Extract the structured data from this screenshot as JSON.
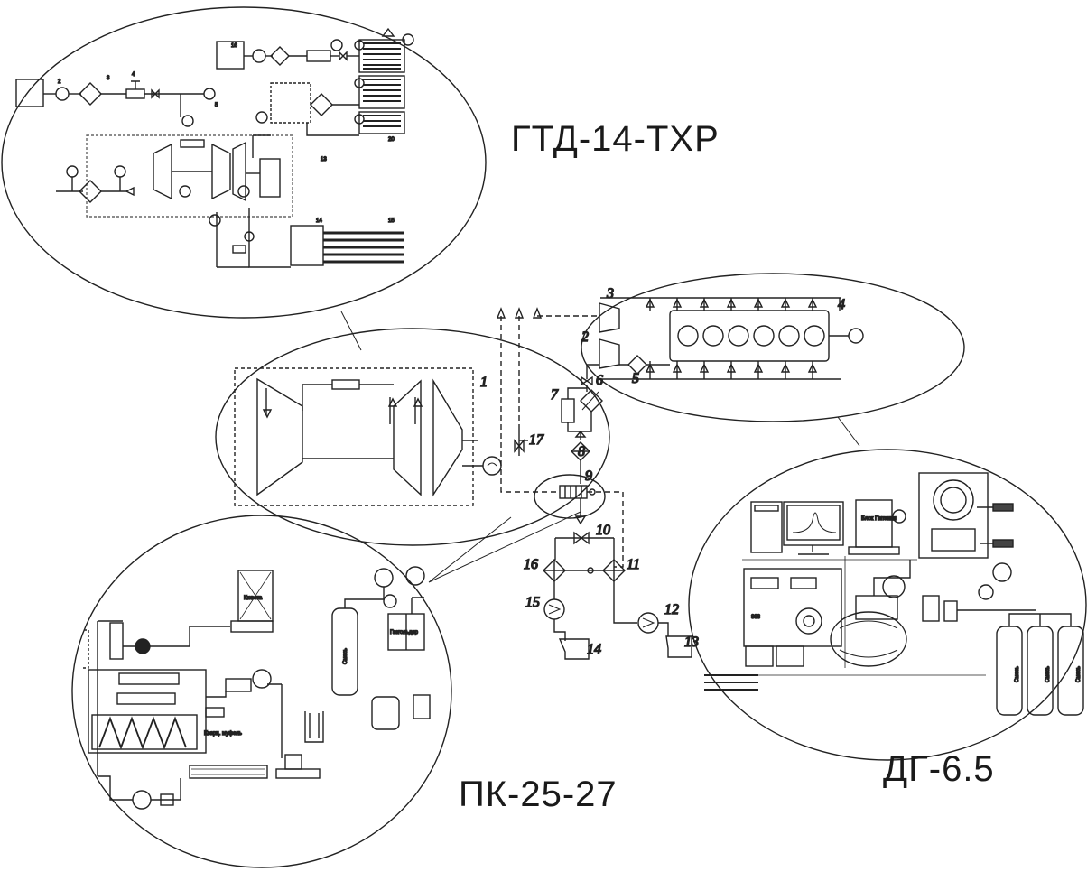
{
  "labels": {
    "gtd": "ГТД-14-ТХР",
    "pk": "ПК-25-27",
    "dg": "ДГ-6.5"
  },
  "center_numbers": [
    "1",
    "2",
    "3",
    "4",
    "5",
    "6",
    "7",
    "8",
    "9",
    "10",
    "11",
    "12",
    "13",
    "14",
    "15",
    "16",
    "17"
  ],
  "inset_texts": {
    "pk_tank": "Газгольдер",
    "pk_cylinder": "Смесь",
    "pk_furnace": "Кварц. муфель",
    "pk_box": "Кювета",
    "dg_block": "Блок Питания",
    "dg_cyl": "Смесь",
    "dg_display": "888"
  }
}
